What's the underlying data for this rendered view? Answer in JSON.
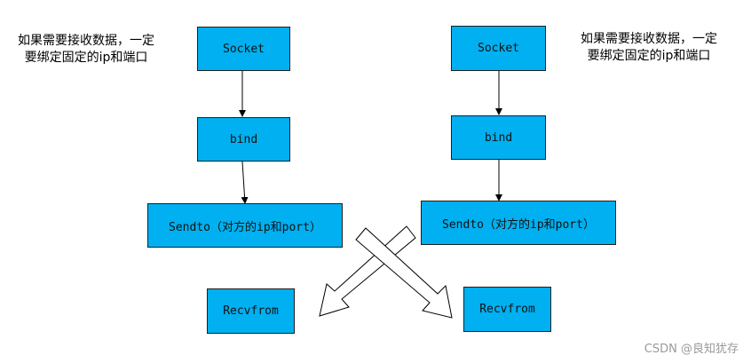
{
  "left": {
    "note_line1": "如果需要接收数据，一定",
    "note_line2": "要绑定固定的ip和端口",
    "socket": "Socket",
    "bind": "bind",
    "sendto": "Sendto（对方的ip和port）",
    "recvfrom": "Recvfrom"
  },
  "right": {
    "note_line1": "如果需要接收数据，一定",
    "note_line2": "要绑定固定的ip和端口",
    "socket": "Socket",
    "bind": "bind",
    "sendto": "Sendto（对方的ip和port）",
    "recvfrom": "Recvfrom"
  },
  "watermark": "CSDN @良知犹存"
}
